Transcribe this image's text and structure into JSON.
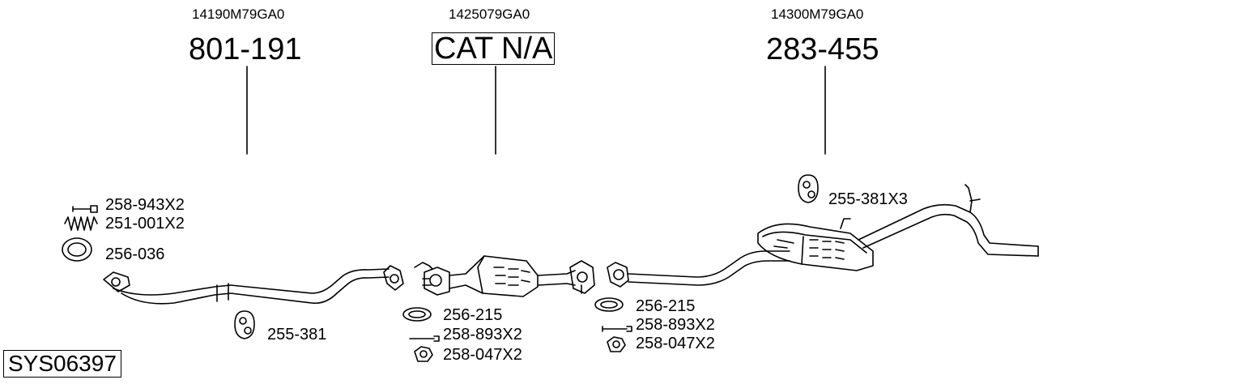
{
  "diagram": {
    "system_code": "SYS06397",
    "sections": [
      {
        "oem_number": "14190M79GA0",
        "part_number": "801-191"
      },
      {
        "oem_number": "1425079GA0",
        "part_number": "CAT N/A"
      },
      {
        "oem_number": "14300M79GA0",
        "part_number": "283-455"
      }
    ],
    "parts": [
      {
        "code": "258-943X2"
      },
      {
        "code": "251-001X2"
      },
      {
        "code": "256-036"
      },
      {
        "code": "255-381"
      },
      {
        "code": "256-215"
      },
      {
        "code": "258-893X2"
      },
      {
        "code": "258-047X2"
      },
      {
        "code": "256-215"
      },
      {
        "code": "258-893X2"
      },
      {
        "code": "258-047X2"
      },
      {
        "code": "255-381X3"
      }
    ]
  }
}
